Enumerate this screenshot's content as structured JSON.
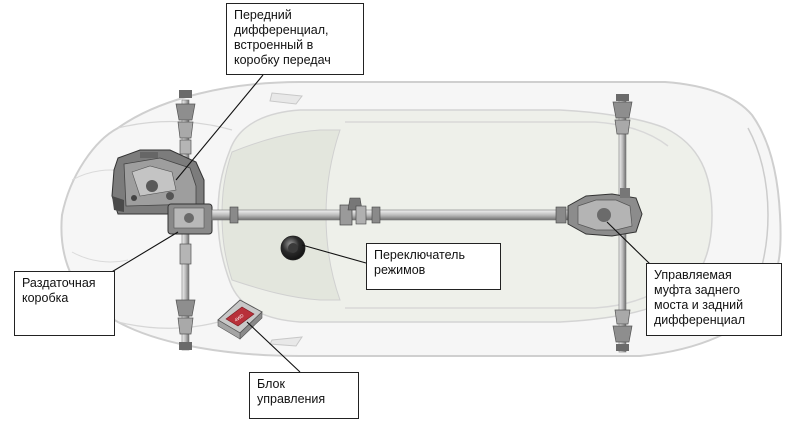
{
  "diagram": {
    "callouts": {
      "front_diff": "Передний\nдифференциал,\nвстроенный в\nкоробку передач",
      "transfer_case": "Раздаточная\nкоробка",
      "mode_switch": "Переключатель\nрежимов",
      "rear_coupling": "Управляемая\nмуфта заднего\nмоста и задний\nдифференциал",
      "control_unit": "Блок\nуправления"
    },
    "ecu_label": "4WD"
  },
  "colors": {
    "car_outline": "#c9c9c9",
    "car_fill": "#f3f3f3",
    "glass": "#e6e8e2",
    "metal_dark": "#4a4a4a",
    "metal_mid": "#9a9a9a",
    "metal_light": "#d4d4d4",
    "ecu_red": "#b8303a",
    "leader": "#111111"
  }
}
